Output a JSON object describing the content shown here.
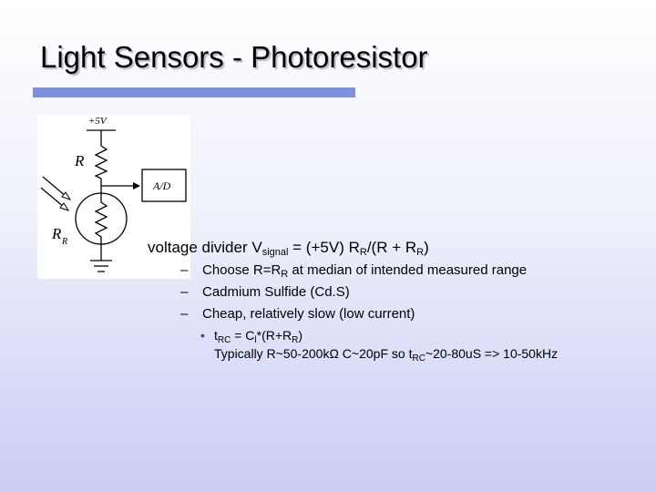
{
  "slide": {
    "title": "Light Sensors - Photoresistor"
  },
  "circuit": {
    "supply_label": "+5V",
    "resistor_label": "R",
    "photoresistor_label": "R",
    "photoresistor_subscript": "R",
    "adc_label": "A/D"
  },
  "main_text": {
    "prefix": "voltage divider V",
    "sub1": "signal",
    "mid1": " = (+5V) R",
    "sub2": "R",
    "mid2": "/(R + R",
    "sub3": "R",
    "suffix": ")"
  },
  "bullets": [
    {
      "dash": "–",
      "parts": [
        "Choose R=R",
        "R",
        " at median of intended measured range"
      ]
    },
    {
      "dash": "–",
      "parts": [
        "Cadmium Sulfide (Cd.S)"
      ]
    },
    {
      "dash": "–",
      "parts": [
        "Cheap, relatively slow (low current)"
      ]
    }
  ],
  "sub_bullet": {
    "dot": "•",
    "line1_a": "t",
    "line1_sub1": "RC",
    "line1_b": " = C",
    "line1_sub2": "l",
    "line1_c": "*(R+R",
    "line1_sub3": "R",
    "line1_d": ")",
    "line2_a": "Typically R~50-200kΩ C~20pF so t",
    "line2_sub": "RC",
    "line2_b": "~20-80uS => 10-50kHz"
  }
}
